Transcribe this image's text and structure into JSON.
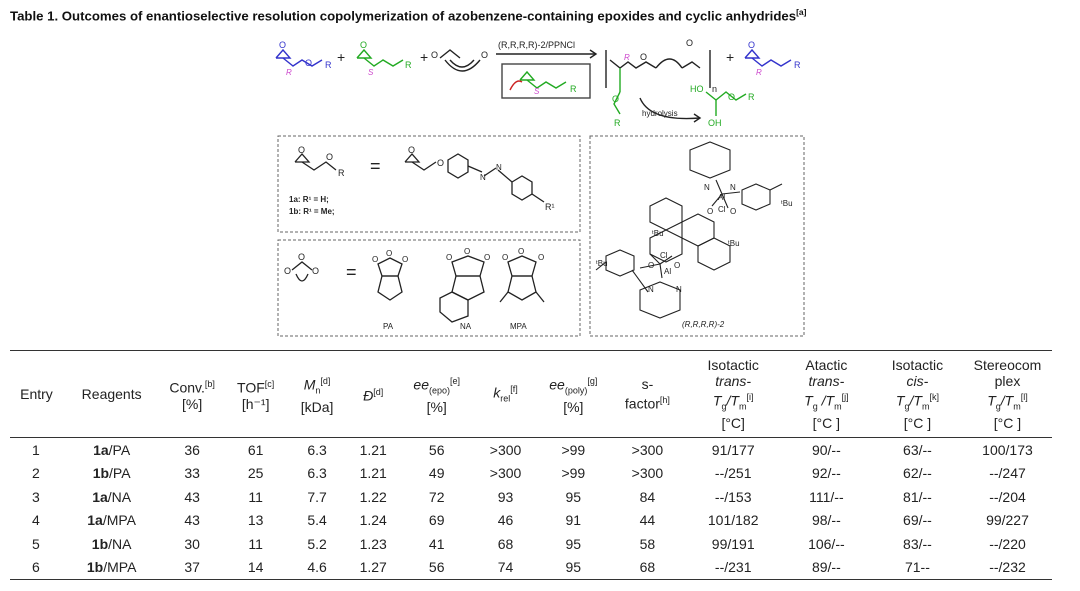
{
  "caption": {
    "text": "Table 1. Outcomes of enantioselective resolution copolymerization of azobenzene-containing epoxides and cyclic anhydrides",
    "note": "[a]"
  },
  "scheme": {
    "label_R": "R",
    "label_S": "S",
    "label_O": "O",
    "plus": "+",
    "catalyst": "(R,R,R,R)-2/PPNCl",
    "hydrolysis": "hydrolysis",
    "ho": "HO",
    "oh": "OH",
    "n": "n",
    "eq": "=",
    "r1_a": "1a: R¹ = H;",
    "r1_b": "1b: R¹ = Me;",
    "pa": "PA",
    "na": "NA",
    "mpa": "MPA",
    "r1": "R¹",
    "tbu": "ᵗBu",
    "al": "Al",
    "cl": "Cl",
    "n_atom": "N",
    "complex": "(R,R,R,R)-2"
  },
  "table": {
    "headers": {
      "entry": "Entry",
      "reagents": "Reagents",
      "conv_1": "Conv.",
      "conv_note": "[b]",
      "conv_2": "[%]",
      "tof_1": "TOF",
      "tof_note": "[c]",
      "tof_2": "[h⁻¹]",
      "mn_1": "M",
      "mn_sub": "n",
      "mn_note": "[d]",
      "mn_2": "[kDa]",
      "d_1": "Đ",
      "d_note": "[d]",
      "eeepo_1": "ee",
      "eeepo_sub": "(epo)",
      "eeepo_note": "[e]",
      "eeepo_2": "[%]",
      "krel_1": "k",
      "krel_sub": "rel",
      "krel_note": "[f]",
      "eepoly_1": "ee",
      "eepoly_sub": "(poly)",
      "eepoly_note": "[g]",
      "eepoly_2": "[%]",
      "s_1": "s-",
      "s_2": "factor",
      "s_note": "[h]",
      "iso_trans_1": "Isotactic",
      "iso_trans_2": "trans-",
      "iso_trans_3": "T",
      "iso_trans_g": "g",
      "iso_trans_sep": "/T",
      "iso_trans_m": "m",
      "iso_trans_note": "[i]",
      "iso_trans_4": "[°C]",
      "atac_1": "Atactic",
      "atac_2": "trans-",
      "atac_3": "T",
      "atac_g": "g",
      "atac_sep": " /T",
      "atac_m": "m",
      "atac_note": "[j]",
      "atac_4": "[°C ]",
      "iso_cis_1": "Isotactic",
      "iso_cis_2": "cis-",
      "iso_cis_3": "T",
      "iso_cis_g": "g",
      "iso_cis_sep": "/T",
      "iso_cis_m": "m",
      "iso_cis_note": "[k]",
      "iso_cis_4": "[°C ]",
      "stereo_1": "Stereocom",
      "stereo_2": "plex",
      "stereo_3": "T",
      "stereo_g": "g",
      "stereo_sep": "/T",
      "stereo_m": "m",
      "stereo_note": "[l]",
      "stereo_4": "[°C ]"
    },
    "rows": [
      {
        "entry": "1",
        "epoxide": "1a",
        "anhydride": "/PA",
        "conv": "36",
        "tof": "61",
        "mn": "6.3",
        "d": "1.21",
        "ee_epo": "56",
        "krel": ">300",
        "ee_poly": ">99",
        "s": ">300",
        "iso_trans": "91/177",
        "atactic": "90/--",
        "iso_cis": "63/--",
        "stereo": "100/173"
      },
      {
        "entry": "2",
        "epoxide": "1b",
        "anhydride": "/PA",
        "conv": "33",
        "tof": "25",
        "mn": "6.3",
        "d": "1.21",
        "ee_epo": "49",
        "krel": ">300",
        "ee_poly": ">99",
        "s": ">300",
        "iso_trans": "--/251",
        "atactic": "92/--",
        "iso_cis": "62/--",
        "stereo": "--/247"
      },
      {
        "entry": "3",
        "epoxide": "1a",
        "anhydride": "/NA",
        "conv": "43",
        "tof": "11",
        "mn": "7.7",
        "d": "1.22",
        "ee_epo": "72",
        "krel": "93",
        "ee_poly": "95",
        "s": "84",
        "iso_trans": "--/153",
        "atactic": "111/--",
        "iso_cis": "81/--",
        "stereo": "--/204"
      },
      {
        "entry": "4",
        "epoxide": "1a",
        "anhydride": "/MPA",
        "conv": "43",
        "tof": "13",
        "mn": "5.4",
        "d": "1.24",
        "ee_epo": "69",
        "krel": "46",
        "ee_poly": "91",
        "s": "44",
        "iso_trans": "101/182",
        "atactic": "98/--",
        "iso_cis": "69/--",
        "stereo": "99/227"
      },
      {
        "entry": "5",
        "epoxide": "1b",
        "anhydride": "/NA",
        "conv": "30",
        "tof": "11",
        "mn": "5.2",
        "d": "1.23",
        "ee_epo": "41",
        "krel": "68",
        "ee_poly": "95",
        "s": "58",
        "iso_trans": "99/191",
        "atactic": "106/--",
        "iso_cis": "83/--",
        "stereo": "--/220"
      },
      {
        "entry": "6",
        "epoxide": "1b",
        "anhydride": "/MPA",
        "conv": "37",
        "tof": "14",
        "mn": "4.6",
        "d": "1.27",
        "ee_epo": "56",
        "krel": "74",
        "ee_poly": "95",
        "s": "68",
        "iso_trans": "--/231",
        "atactic": "89/--",
        "iso_cis": "71--",
        "stereo": "--/232"
      }
    ]
  },
  "colors": {
    "epoxide_r": "#3333cc",
    "epoxide_s": "#22aa22",
    "stereo_label": "#cc44cc",
    "arrow_red": "#cc2222",
    "ink": "#222222"
  }
}
